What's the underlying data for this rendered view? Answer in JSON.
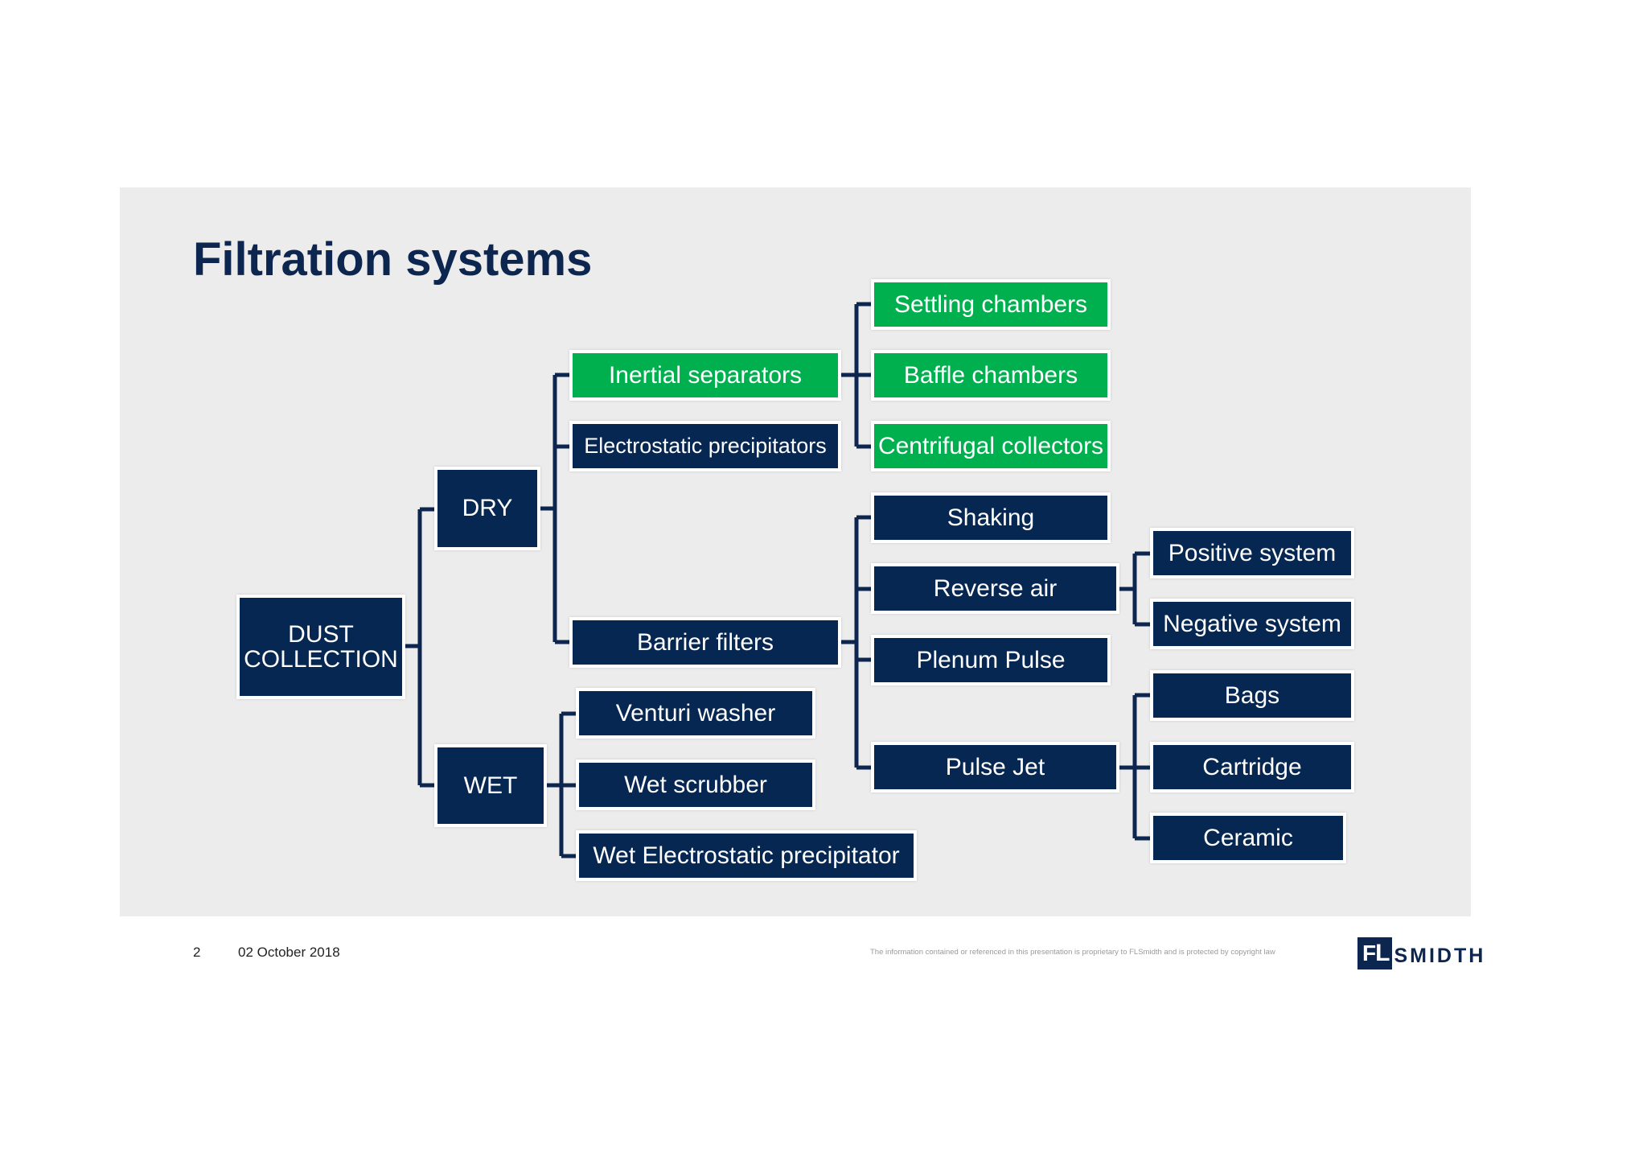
{
  "title": "Filtration systems",
  "colors": {
    "navy": "#062751",
    "green": "#00b04f",
    "slide_bg": "#ececec"
  },
  "nodes": {
    "dust_collection": "DUST COLLECTION",
    "dry": "DRY",
    "wet": "WET",
    "inertial_separators": "Inertial separators",
    "electrostatic_precipitators": "Electrostatic precipitators",
    "barrier_filters": "Barrier filters",
    "venturi_washer": "Venturi washer",
    "wet_scrubber": "Wet scrubber",
    "wet_electrostatic_precipitator": "Wet Electrostatic precipitator",
    "settling_chambers": "Settling chambers",
    "baffle_chambers": "Baffle chambers",
    "centrifugal_collectors": "Centrifugal collectors",
    "shaking": "Shaking",
    "reverse_air": "Reverse air",
    "plenum_pulse": "Plenum Pulse",
    "pulse_jet": "Pulse Jet",
    "positive_system": "Positive system",
    "negative_system": "Negative system",
    "bags": "Bags",
    "cartridge": "Cartridge",
    "ceramic": "Ceramic"
  },
  "footer": {
    "page_number": "2",
    "date": "02 October 2018",
    "disclaimer": "The information contained or referenced in this presentation is proprietary to FLSmidth and is protected by copyright law",
    "logo": "FLSMIDTH"
  }
}
